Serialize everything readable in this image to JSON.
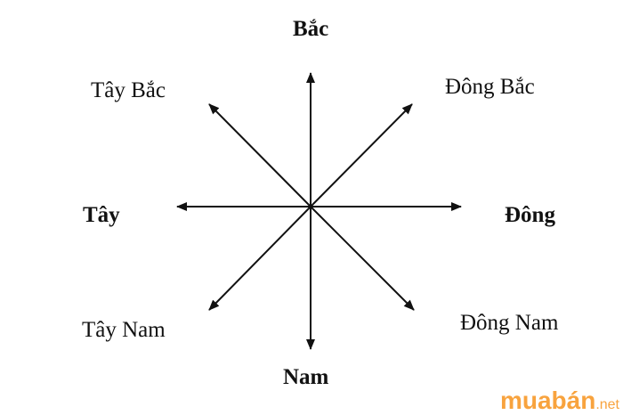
{
  "directions": {
    "north": "Bắc",
    "northwest": "Tây Bắc",
    "northeast": "Đông Bắc",
    "west": "Tây",
    "east": "Đông",
    "southwest": "Tây Nam",
    "southeast": "Đông Nam",
    "south": "Nam"
  },
  "watermark": {
    "main": "muabán",
    "tld": ".net"
  },
  "colors": {
    "ink": "#111111",
    "watermark": "#f7941d"
  }
}
